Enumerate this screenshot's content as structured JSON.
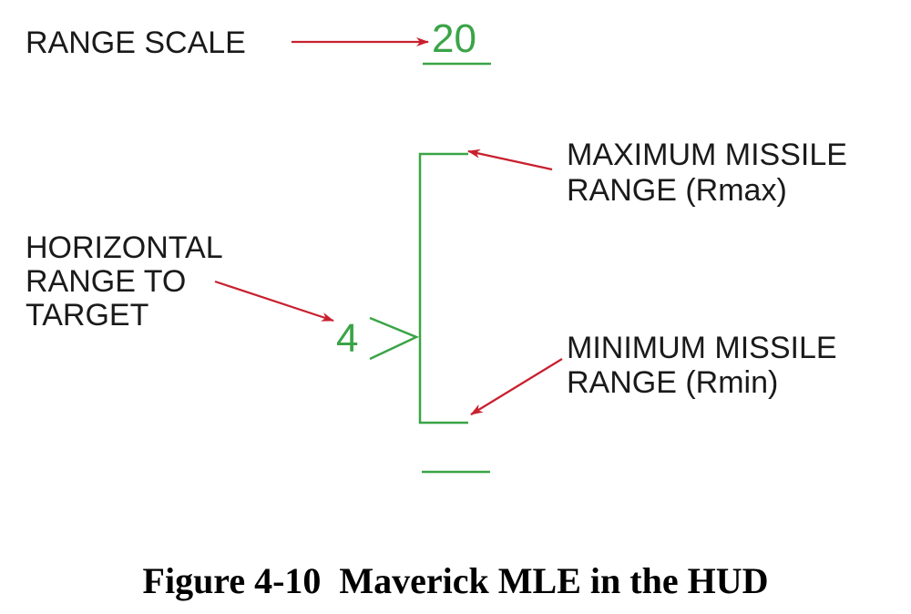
{
  "labels": {
    "range_scale": "RANGE SCALE",
    "max_range": [
      "MAXIMUM MISSILE",
      "RANGE (Rmax)"
    ],
    "horizontal_range": [
      "HORIZONTAL",
      "RANGE TO",
      "TARGET"
    ],
    "min_range": [
      "MINIMUM MISSILE",
      "RANGE (Rmin)"
    ]
  },
  "hud": {
    "range_scale_value": "20",
    "target_range_value": "4"
  },
  "caption": "Figure 4-10  Maverick MLE in the HUD",
  "colors": {
    "hud_green": "#3aa447",
    "arrow_red": "#c8202f",
    "text": "#1a1a1a"
  }
}
